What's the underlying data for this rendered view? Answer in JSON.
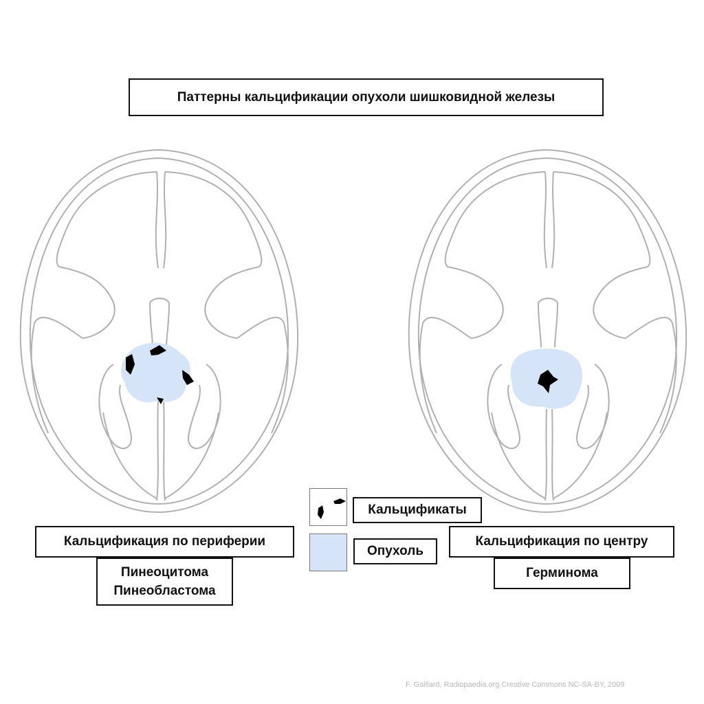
{
  "title": "Паттерны кальцификации опухоли шишковидной железы",
  "left_panel": {
    "pattern_label": "Кальцификация по периферии",
    "examples": [
      "Пинеоцитома",
      "Пинеобластома"
    ]
  },
  "right_panel": {
    "pattern_label": "Кальцификация по центру",
    "example": "Герминома"
  },
  "legend": {
    "calcifications_label": "Кальцификаты",
    "tumor_label": "Опухоль"
  },
  "colors": {
    "tumor_fill": "#d6e4f8",
    "outline": "#b0b0b0",
    "calcification": "#000000"
  },
  "credit": "F. Gaillard, Radiopaedia.org Creative Commons NC-SA-BY, 2009"
}
